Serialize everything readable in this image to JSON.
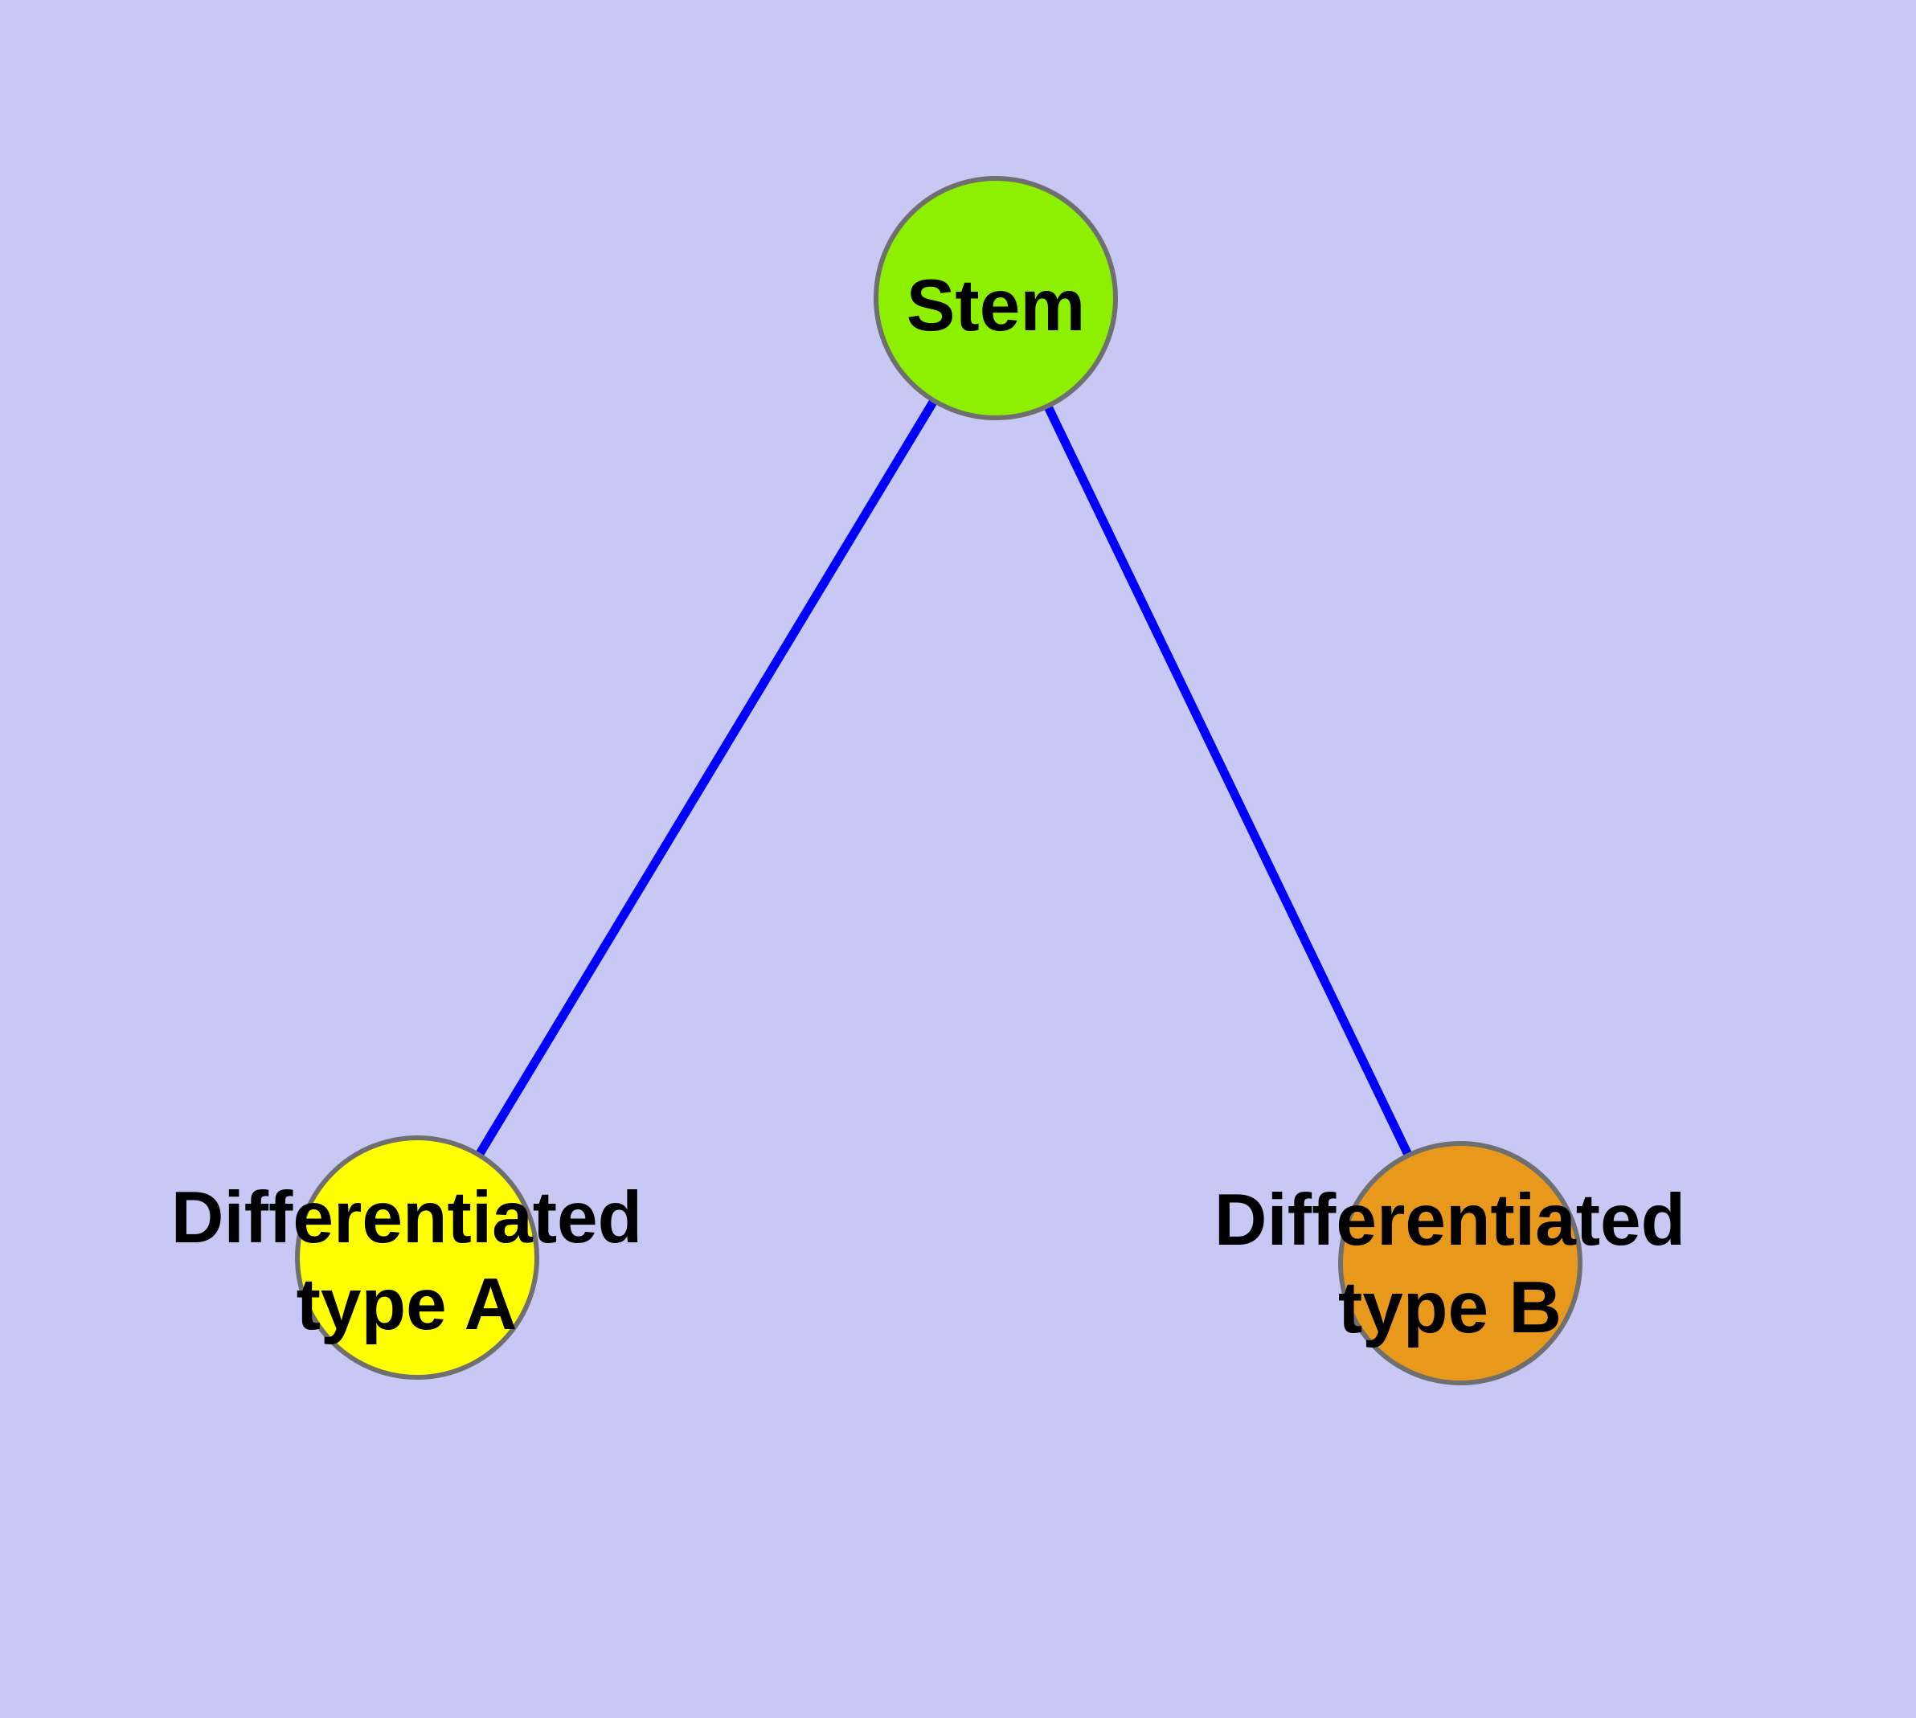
{
  "diagram": {
    "type": "node-link-graph",
    "background_color": "#C8C8F5",
    "edge_color": "#0000FF",
    "node_border_color": "#6F6F6F",
    "label_color": "#000000",
    "nodes": [
      {
        "id": "stem",
        "label": "Stem",
        "fill": "#8CF000"
      },
      {
        "id": "differentiated-type-a",
        "label": "Differentiated type A",
        "label_lines": [
          "Differentiated",
          "type A"
        ],
        "fill": "#FFFF00"
      },
      {
        "id": "differentiated-type-b",
        "label": "Differentiated type B",
        "label_lines": [
          "Differentiated",
          "type B"
        ],
        "fill": "#E8991C"
      }
    ],
    "edges": [
      {
        "from": "stem",
        "to": "differentiated-type-a"
      },
      {
        "from": "stem",
        "to": "differentiated-type-b"
      }
    ]
  }
}
